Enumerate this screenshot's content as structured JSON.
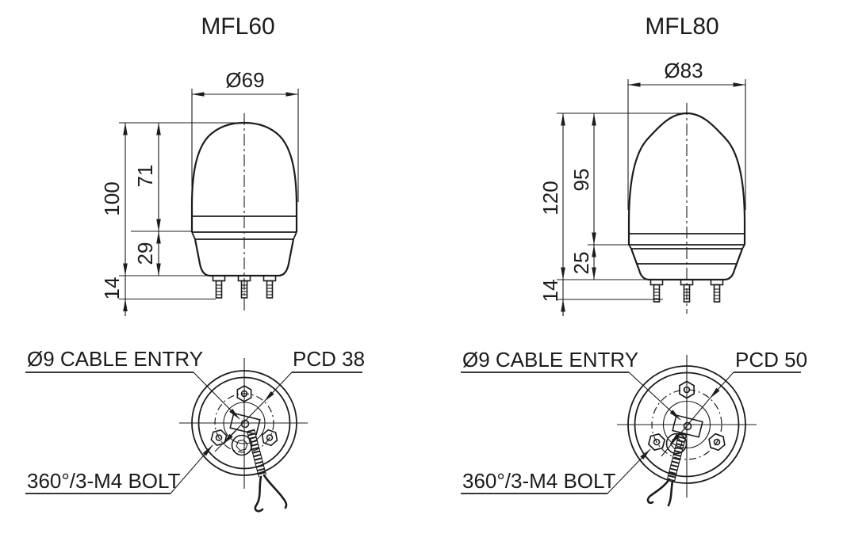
{
  "colors": {
    "line": "#1c1c1c",
    "background": "#ffffff"
  },
  "figures": [
    {
      "title": "MFL60",
      "front_view": {
        "diameter": "Ø69",
        "overall_height": "100",
        "lens_height": "71",
        "body_height": "29",
        "bolt_length": "14"
      },
      "bottom_view": {
        "cable_entry": "Ø9 CABLE ENTRY",
        "pcd": "PCD 38",
        "bolt_spec": "360°/3-M4 BOLT"
      }
    },
    {
      "title": "MFL80",
      "front_view": {
        "diameter": "Ø83",
        "overall_height": "120",
        "lens_height": "95",
        "body_height": "25",
        "bolt_length": "14"
      },
      "bottom_view": {
        "cable_entry": "Ø9 CABLE ENTRY",
        "pcd": "PCD 50",
        "bolt_spec": "360°/3-M4 BOLT"
      }
    }
  ]
}
